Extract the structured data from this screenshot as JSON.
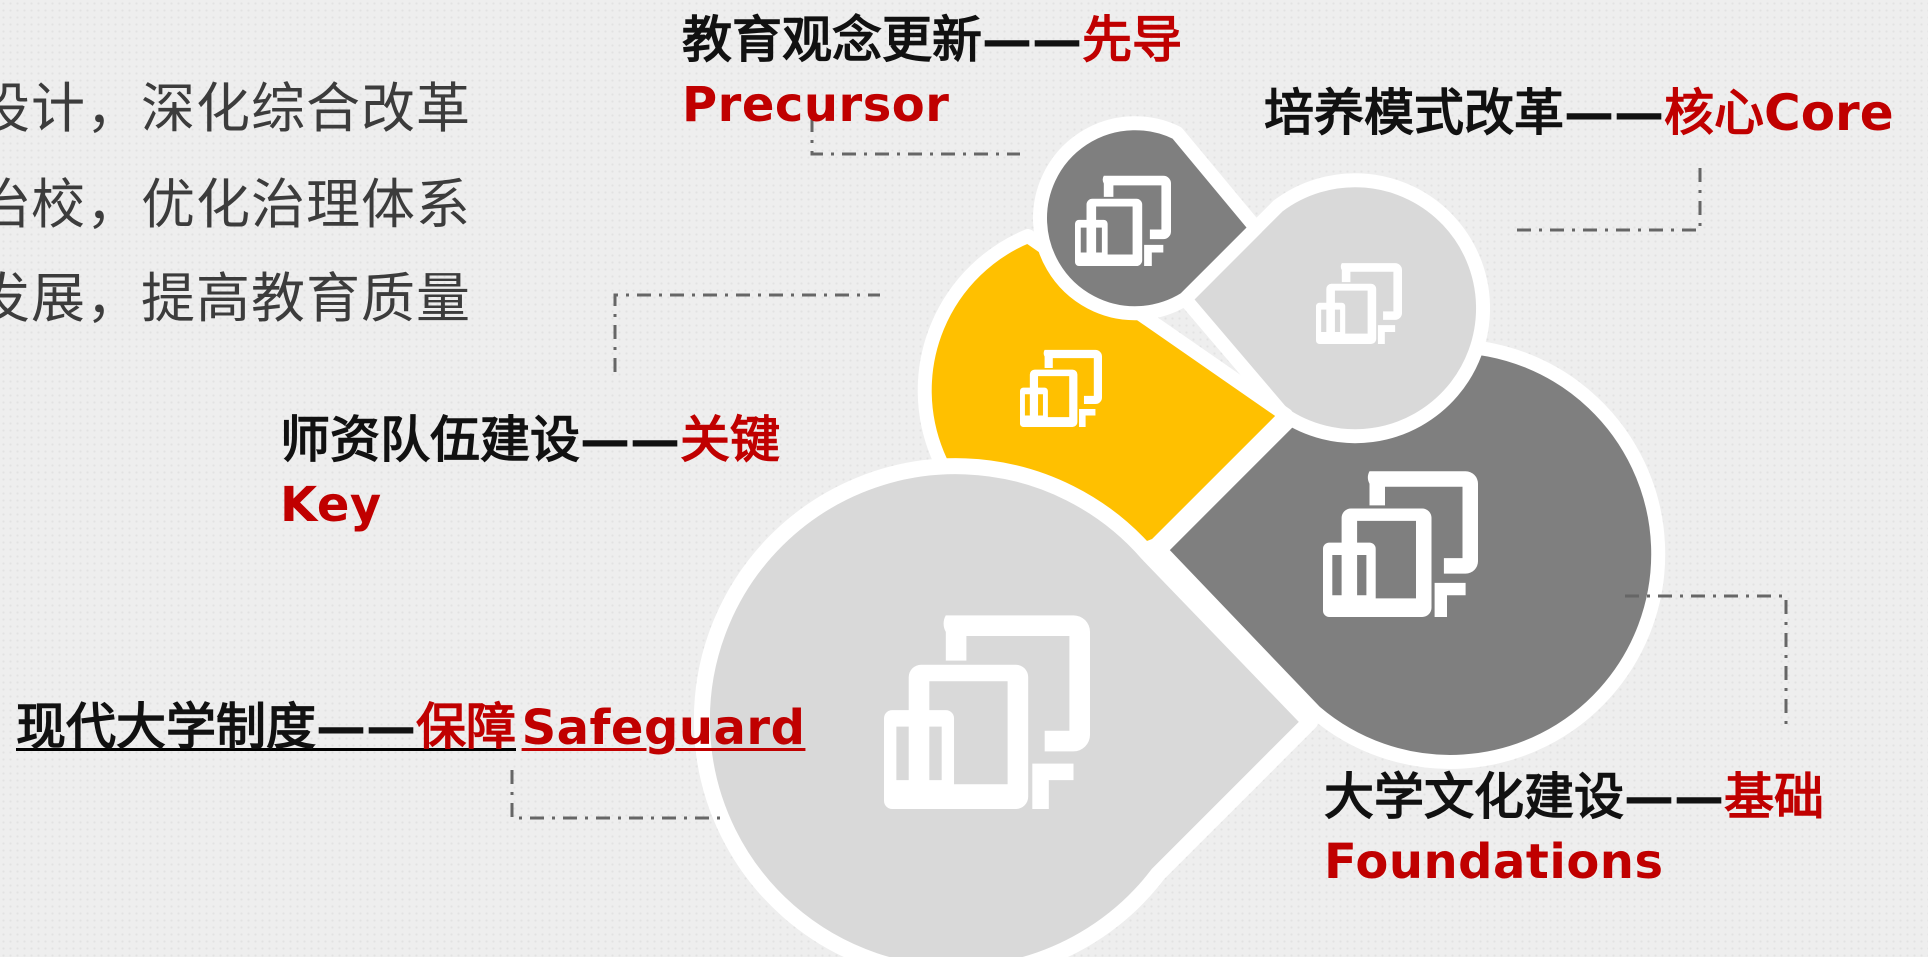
{
  "left_text": [
    "设计，深化综合改革",
    "治校，优化治理体系",
    "发展，提高教育质量"
  ],
  "labels": {
    "precursor": {
      "cn": "教育观念更新",
      "dash": "——",
      "cn_red": "先导",
      "en": "Precursor"
    },
    "core": {
      "cn": "培养模式改革",
      "dash": "——",
      "cn_red": "核心",
      "en": "Core"
    },
    "key": {
      "cn": "师资队伍建设",
      "dash": "——",
      "cn_red": "关键",
      "en": "Key"
    },
    "safeguard": {
      "cn": "现代大学制度",
      "dash": "——",
      "cn_red": "保障",
      "en": "Safeguard"
    },
    "foundations": {
      "cn": "大学文化建设",
      "dash": "——",
      "cn_red": "基础",
      "en": "Foundations"
    }
  },
  "colors": {
    "red": "#c00000",
    "dark_gray": "#7f7f7f",
    "light_gray": "#d9d9d9",
    "yellow": "#ffc000",
    "white": "#ffffff"
  },
  "icons": [
    "devices-icon",
    "devices-icon",
    "devices-icon",
    "devices-icon",
    "devices-icon"
  ]
}
